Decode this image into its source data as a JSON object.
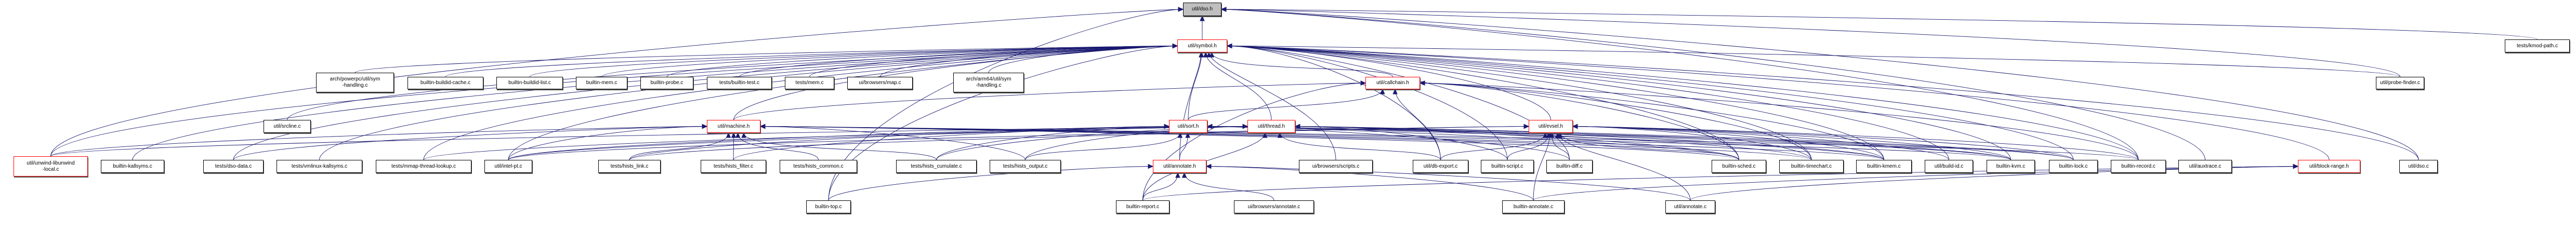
{
  "graph": {
    "title": "util/dso.h include dependency graph",
    "colors": {
      "edge": "#191970",
      "root_fill": "#bfbfbf",
      "incomplete_border": "#ff0000",
      "border": "#000000"
    },
    "nodes": [
      {
        "id": "dso_h",
        "label": "util/dso.h",
        "style": "root"
      },
      {
        "id": "symbol_h",
        "label": "util/symbol.h",
        "style": "red"
      },
      {
        "id": "kmod_path",
        "label": "tests/kmod-path.c",
        "style": "normal"
      },
      {
        "id": "powerpc_sym",
        "label": "arch/powerpc/util/sym\n-handling.c",
        "style": "normal"
      },
      {
        "id": "buildid_cache",
        "label": "builtin-buildid-cache.c",
        "style": "normal"
      },
      {
        "id": "buildid_list",
        "label": "builtin-buildid-list.c",
        "style": "normal"
      },
      {
        "id": "builtin_mem",
        "label": "builtin-mem.c",
        "style": "normal"
      },
      {
        "id": "builtin_probe",
        "label": "builtin-probe.c",
        "style": "normal"
      },
      {
        "id": "tests_builtin_test",
        "label": "tests/builtin-test.c",
        "style": "normal"
      },
      {
        "id": "tests_mem",
        "label": "tests/mem.c",
        "style": "normal"
      },
      {
        "id": "browsers_map",
        "label": "ui/browsers/map.c",
        "style": "normal"
      },
      {
        "id": "arm64_sym",
        "label": "arch/arm64/util/sym\n-handling.c",
        "style": "normal"
      },
      {
        "id": "callchain_h",
        "label": "util/callchain.h",
        "style": "red"
      },
      {
        "id": "probe_finder",
        "label": "util/probe-finder.c",
        "style": "normal"
      },
      {
        "id": "srcline",
        "label": "util/srcline.c",
        "style": "normal"
      },
      {
        "id": "machine_h",
        "label": "util/machine.h",
        "style": "red"
      },
      {
        "id": "sort_h",
        "label": "util/sort.h",
        "style": "red"
      },
      {
        "id": "thread_h",
        "label": "util/thread.h",
        "style": "red"
      },
      {
        "id": "evsel_h",
        "label": "util/evsel.h",
        "style": "red"
      },
      {
        "id": "unwind",
        "label": "util/unwind-libunwind\n-local.c",
        "style": "red"
      },
      {
        "id": "builtin_kallsyms",
        "label": "builtin-kallsyms.c",
        "style": "normal"
      },
      {
        "id": "dso_data",
        "label": "tests/dso-data.c",
        "style": "normal"
      },
      {
        "id": "vmlinux_kallsyms",
        "label": "tests/vmlinux-kallsyms.c",
        "style": "normal"
      },
      {
        "id": "mmap_thread",
        "label": "tests/mmap-thread-lookup.c",
        "style": "normal"
      },
      {
        "id": "intel_pt",
        "label": "util/intel-pt.c",
        "style": "normal"
      },
      {
        "id": "hists_link",
        "label": "tests/hists_link.c",
        "style": "normal"
      },
      {
        "id": "hists_filter",
        "label": "tests/hists_filter.c",
        "style": "normal"
      },
      {
        "id": "hists_common",
        "label": "tests/hists_common.c",
        "style": "normal"
      },
      {
        "id": "hists_cumulate",
        "label": "tests/hists_cumulate.c",
        "style": "normal"
      },
      {
        "id": "hists_output",
        "label": "tests/hists_output.c",
        "style": "normal"
      },
      {
        "id": "annotate_h",
        "label": "util/annotate.h",
        "style": "red"
      },
      {
        "id": "browsers_scripts",
        "label": "ui/browsers/scripts.c",
        "style": "normal"
      },
      {
        "id": "db_export",
        "label": "util/db-export.c",
        "style": "normal"
      },
      {
        "id": "builtin_script",
        "label": "builtin-script.c",
        "style": "normal"
      },
      {
        "id": "builtin_diff",
        "label": "builtin-diff.c",
        "style": "normal"
      },
      {
        "id": "builtin_sched",
        "label": "builtin-sched.c",
        "style": "normal"
      },
      {
        "id": "builtin_timechart",
        "label": "builtin-timechart.c",
        "style": "normal"
      },
      {
        "id": "builtin_kmem",
        "label": "builtin-kmem.c",
        "style": "normal"
      },
      {
        "id": "build_id",
        "label": "util/build-id.c",
        "style": "normal"
      },
      {
        "id": "builtin_kvm",
        "label": "builtin-kvm.c",
        "style": "normal"
      },
      {
        "id": "builtin_lock",
        "label": "builtin-lock.c",
        "style": "normal"
      },
      {
        "id": "builtin_record",
        "label": "builtin-record.c",
        "style": "normal"
      },
      {
        "id": "auxtrace",
        "label": "util/auxtrace.c",
        "style": "normal"
      },
      {
        "id": "block_range",
        "label": "util/block-range.h",
        "style": "red"
      },
      {
        "id": "util_dso_c",
        "label": "util/dso.c",
        "style": "normal"
      },
      {
        "id": "builtin_top",
        "label": "builtin-top.c",
        "style": "normal"
      },
      {
        "id": "builtin_report",
        "label": "builtin-report.c",
        "style": "normal"
      },
      {
        "id": "browsers_annotate",
        "label": "ui/browsers/annotate.c",
        "style": "normal"
      },
      {
        "id": "builtin_annotate",
        "label": "builtin-annotate.c",
        "style": "normal"
      },
      {
        "id": "util_annotate",
        "label": "util/annotate.c",
        "style": "normal"
      }
    ],
    "edges": [
      [
        "symbol_h",
        "dso_h"
      ],
      [
        "kmod_path",
        "dso_h"
      ],
      [
        "util_dso_c",
        "dso_h"
      ],
      [
        "probe_finder",
        "dso_h"
      ],
      [
        "unwind",
        "dso_h"
      ],
      [
        "builtin_top",
        "dso_h"
      ],
      [
        "auxtrace",
        "dso_h"
      ],
      [
        "builtin_record",
        "dso_h"
      ],
      [
        "powerpc_sym",
        "symbol_h"
      ],
      [
        "buildid_cache",
        "symbol_h"
      ],
      [
        "buildid_list",
        "symbol_h"
      ],
      [
        "builtin_mem",
        "symbol_h"
      ],
      [
        "builtin_probe",
        "symbol_h"
      ],
      [
        "tests_builtin_test",
        "symbol_h"
      ],
      [
        "tests_mem",
        "symbol_h"
      ],
      [
        "browsers_map",
        "symbol_h"
      ],
      [
        "arm64_sym",
        "symbol_h"
      ],
      [
        "callchain_h",
        "symbol_h"
      ],
      [
        "probe_finder",
        "symbol_h"
      ],
      [
        "srcline",
        "symbol_h"
      ],
      [
        "machine_h",
        "symbol_h"
      ],
      [
        "sort_h",
        "symbol_h"
      ],
      [
        "thread_h",
        "symbol_h"
      ],
      [
        "evsel_h",
        "symbol_h"
      ],
      [
        "unwind",
        "symbol_h"
      ],
      [
        "builtin_kallsyms",
        "symbol_h"
      ],
      [
        "dso_data",
        "symbol_h"
      ],
      [
        "vmlinux_kallsyms",
        "symbol_h"
      ],
      [
        "mmap_thread",
        "symbol_h"
      ],
      [
        "intel_pt",
        "symbol_h"
      ],
      [
        "annotate_h",
        "symbol_h"
      ],
      [
        "browsers_scripts",
        "symbol_h"
      ],
      [
        "db_export",
        "symbol_h"
      ],
      [
        "builtin_script",
        "symbol_h"
      ],
      [
        "builtin_diff",
        "symbol_h"
      ],
      [
        "builtin_sched",
        "symbol_h"
      ],
      [
        "builtin_timechart",
        "symbol_h"
      ],
      [
        "builtin_kmem",
        "symbol_h"
      ],
      [
        "build_id",
        "symbol_h"
      ],
      [
        "builtin_kvm",
        "symbol_h"
      ],
      [
        "builtin_lock",
        "symbol_h"
      ],
      [
        "builtin_record",
        "symbol_h"
      ],
      [
        "block_range",
        "symbol_h"
      ],
      [
        "util_dso_c",
        "symbol_h"
      ],
      [
        "builtin_top",
        "symbol_h"
      ],
      [
        "machine_h",
        "callchain_h"
      ],
      [
        "sort_h",
        "callchain_h"
      ],
      [
        "db_export",
        "callchain_h"
      ],
      [
        "builtin_report",
        "callchain_h"
      ],
      [
        "builtin_sched",
        "callchain_h"
      ],
      [
        "builtin_kmem",
        "callchain_h"
      ],
      [
        "builtin_timechart",
        "callchain_h"
      ],
      [
        "builtin_record",
        "callchain_h"
      ],
      [
        "unwind",
        "machine_h"
      ],
      [
        "dso_data",
        "machine_h"
      ],
      [
        "intel_pt",
        "machine_h"
      ],
      [
        "hists_link",
        "machine_h"
      ],
      [
        "hists_filter",
        "machine_h"
      ],
      [
        "hists_common",
        "machine_h"
      ],
      [
        "hists_cumulate",
        "machine_h"
      ],
      [
        "hists_output",
        "machine_h"
      ],
      [
        "builtin_sched",
        "machine_h"
      ],
      [
        "builtin_kmem",
        "machine_h"
      ],
      [
        "builtin_record",
        "machine_h"
      ],
      [
        "builtin_kvm",
        "machine_h"
      ],
      [
        "builtin_timechart",
        "machine_h"
      ],
      [
        "hists_link",
        "sort_h"
      ],
      [
        "hists_filter",
        "sort_h"
      ],
      [
        "hists_cumulate",
        "sort_h"
      ],
      [
        "hists_output",
        "sort_h"
      ],
      [
        "annotate_h",
        "sort_h"
      ],
      [
        "intel_pt",
        "sort_h"
      ],
      [
        "builtin_diff",
        "sort_h"
      ],
      [
        "builtin_kmem",
        "sort_h"
      ],
      [
        "builtin_lock",
        "sort_h"
      ],
      [
        "builtin_sched",
        "sort_h"
      ],
      [
        "builtin_kvm",
        "sort_h"
      ],
      [
        "unwind",
        "thread_h"
      ],
      [
        "mmap_thread",
        "thread_h"
      ],
      [
        "intel_pt",
        "thread_h"
      ],
      [
        "hists_output",
        "thread_h"
      ],
      [
        "hists_cumulate",
        "thread_h"
      ],
      [
        "builtin_report",
        "thread_h"
      ],
      [
        "db_export",
        "thread_h"
      ],
      [
        "builtin_script",
        "thread_h"
      ],
      [
        "builtin_sched",
        "thread_h"
      ],
      [
        "builtin_timechart",
        "thread_h"
      ],
      [
        "builtin_kmem",
        "thread_h"
      ],
      [
        "builtin_lock",
        "thread_h"
      ],
      [
        "builtin_kvm",
        "thread_h"
      ],
      [
        "db_export",
        "evsel_h"
      ],
      [
        "builtin_script",
        "evsel_h"
      ],
      [
        "builtin_diff",
        "evsel_h"
      ],
      [
        "builtin_sched",
        "evsel_h"
      ],
      [
        "builtin_timechart",
        "evsel_h"
      ],
      [
        "builtin_kmem",
        "evsel_h"
      ],
      [
        "build_id",
        "evsel_h"
      ],
      [
        "builtin_kvm",
        "evsel_h"
      ],
      [
        "builtin_lock",
        "evsel_h"
      ],
      [
        "builtin_record",
        "evsel_h"
      ],
      [
        "util_annotate",
        "evsel_h"
      ],
      [
        "builtin_annotate",
        "evsel_h"
      ],
      [
        "hists_link",
        "evsel_h"
      ],
      [
        "intel_pt",
        "evsel_h"
      ],
      [
        "builtin_top",
        "annotate_h"
      ],
      [
        "builtin_report",
        "annotate_h"
      ],
      [
        "browsers_annotate",
        "annotate_h"
      ],
      [
        "builtin_annotate",
        "annotate_h"
      ],
      [
        "util_annotate",
        "annotate_h"
      ],
      [
        "builtin_report",
        "block_range"
      ],
      [
        "util_annotate",
        "block_range"
      ],
      [
        "builtin_annotate",
        "block_range"
      ]
    ]
  }
}
